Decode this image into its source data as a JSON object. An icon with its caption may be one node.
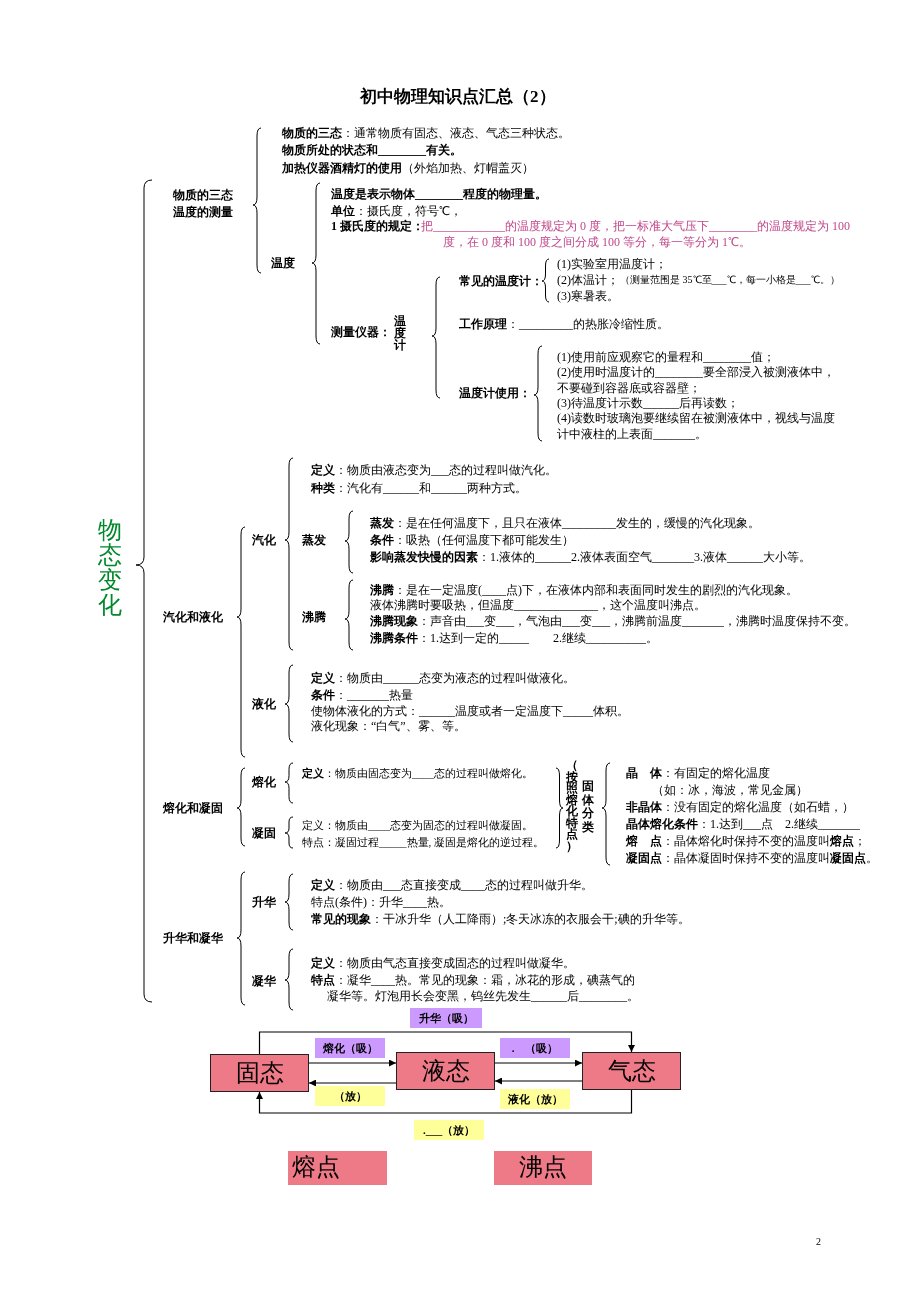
{
  "diagram": {
    "title": "初中物理知识点汇总（2）",
    "nodes": [
      {
        "text": [
          "固态"
        ]
      },
      {
        "text": [
          "液态"
        ]
      },
      {
        "text": [
          "气态"
        ]
      },
      {
        "text": [
          "熔点"
        ]
      },
      {
        "text": [
          "沸点"
        ]
      }
    ],
    "edges": [
      {
        "from": 0,
        "to": 2,
        "arrow": "to",
        "label": "升华（吸）"
      },
      {
        "from": 0,
        "to": 1,
        "arrow": "to",
        "label": "熔化（吸）"
      },
      {
        "from": 1,
        "to": 2,
        "arrow": "to",
        "label": ".　（吸）"
      },
      {
        "from": 1,
        "to": 0,
        "arrow": "to",
        "label": "（放）"
      },
      {
        "from": 2,
        "to": 1,
        "arrow": "to",
        "label": "液化（放）"
      },
      {
        "from": 2,
        "to": 0,
        "arrow": "to",
        "label": ".___（放）"
      }
    ],
    "labels": [
      "物态变化",
      "物质的三态",
      "温度的测量",
      "**物质的三态**：通常物质有固态、液态、气态三种状态。",
      "物质所处的状态和________有关。",
      "**加热仪器酒精灯的使用**（外焰加热、灯帽盖灭）",
      "温度",
      "温度是表示物体________程度的物理量。",
      "**单位**：摄氏度，符号℃，",
      "1 摄氏度的规定：",
      "把____________的温度规定为 0 度，把一标准大气压下________的温度规定为 100 度，在 0 度和 100 度之间分成 100 等分，每一等分为 1℃。",
      "测量仪器：",
      "温度计",
      "常见的温度计：",
      "(1)实验室用温度计；",
      "(2)体温计；",
      "（测量范围是 35℃至___℃，每一小格是___℃。）",
      "(3)寒暑表。",
      "**工作原理**：_________的热胀冷缩性质。",
      "温度计使用：",
      "(1)使用前应观察它的量程和________值；",
      "(2)使用时温度计的________要全部浸入被测液体中，不要碰到容器底或容器壁；",
      "(3)待温度计示数______后再读数；",
      "(4)读数时玻璃泡要继续留在被测液体中，视线与温度计中液柱的上表面_______。",
      "汽化和液化",
      "汽化",
      "**定义**：物质由液态变为___态的过程叫做汽化。",
      "**种类**：汽化有______和______两种方式。",
      "蒸发",
      "**蒸发**：是在任何温度下，且只在液体_________发生的，缓慢的汽化现象。",
      "**条件**：吸热（任何温度下都可能发生）",
      "**影响蒸发快慢的因素**：1.液体的______2.液体表面空气_______3.液体______大小等。",
      "沸腾",
      "**沸腾**：是在一定温度(____点)下，在液体内部和表面同时发生的剧烈的汽化现象。",
      "液体沸腾时要吸热，但温度______________，这个温度叫沸点。",
      "**沸腾现象**：声音由___变___，气泡由___变___，沸腾前温度_______，沸腾时温度保持不变。",
      "**沸腾条件**：1.达到一定的_____　　2.继续__________。",
      "液化",
      "**定义**：物质由______态变为液态的过程叫做液化。",
      "**条件**：_______热量",
      "使物体液化的方式：______温度或者一定温度下_____体积。",
      "液化现象：“白气”、雾、等。",
      "熔化和凝固",
      "熔化",
      "**定义**：物质由固态变为____态的过程叫做熔化。",
      "凝固",
      "定义：物质由____态变为固态的过程叫做凝固。",
      "特点：凝固过程_____热量, 凝固是熔化的逆过程。",
      "（按照熔化特点）",
      "固体分类",
      "**晶　体**：有固定的熔化温度",
      "（如：冰，海波，常见金属）",
      "**非晶体**：没有固定的熔化温度（如石蜡，）",
      "**晶体熔化条件**：1.达到___点　2.继续_______",
      "**熔　点**：晶体熔化时保持不变的温度叫**熔点**；",
      "**凝固点**：晶体凝固时保持不变的温度叫**凝固点**。",
      "升华和凝华",
      "升华",
      "**定义**：物质由___态直接变成____态的过程叫做升华。",
      "特点(条件)：升华____热。",
      "**常见的现象**：干冰升华（人工降雨）;冬天冰冻的衣服会干;碘的升华等。",
      "凝华",
      "**定义**：物质由气态直接变成固态的过程叫做凝华。",
      "**特点**：凝华____热。常见的现象：霜，冰花的形成，碘蒸气的凝华等。灯泡用长会变黑，钨丝先发生______后________。",
      "2"
    ]
  }
}
